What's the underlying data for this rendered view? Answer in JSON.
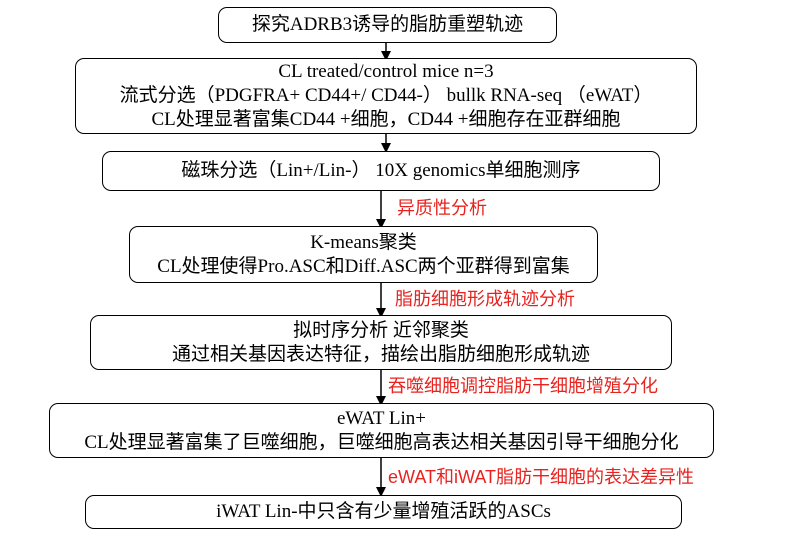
{
  "diagram": {
    "steps": [
      {
        "lines": [
          "探究ADRB3诱导的脂肪重塑轨迹"
        ]
      },
      {
        "lines": [
          "CL treated/control mice   n=3",
          "流式分选（PDGFRA+ CD44+/ CD44-）  bullk RNA-seq （eWAT）",
          "CL处理显著富集CD44 +细胞，CD44 +细胞存在亚群细胞"
        ]
      },
      {
        "lines": [
          "磁珠分选（Lin+/Lin-）  10X genomics单细胞测序"
        ]
      },
      {
        "lines": [
          "K-means聚类",
          "CL处理使得Pro.ASC和Diff.ASC两个亚群得到富集"
        ]
      },
      {
        "lines": [
          "拟时序分析  近邻聚类",
          "通过相关基因表达特征，描绘出脂肪细胞形成轨迹"
        ]
      },
      {
        "lines": [
          "eWAT Lin+",
          "CL处理显著富集了巨噬细胞，巨噬细胞高表达相关基因引导干细胞分化"
        ]
      },
      {
        "lines": [
          "iWAT  Lin-中只含有少量增殖活跃的ASCs"
        ]
      }
    ],
    "annotations": [
      "异质性分析",
      "脂肪细胞形成轨迹分析",
      "吞噬细胞调控脂肪干细胞增殖分化",
      "eWAT和iWAT脂肪干细胞的表达差异性"
    ],
    "colors": {
      "annotation": "#e8231f",
      "stroke": "#000000"
    }
  }
}
